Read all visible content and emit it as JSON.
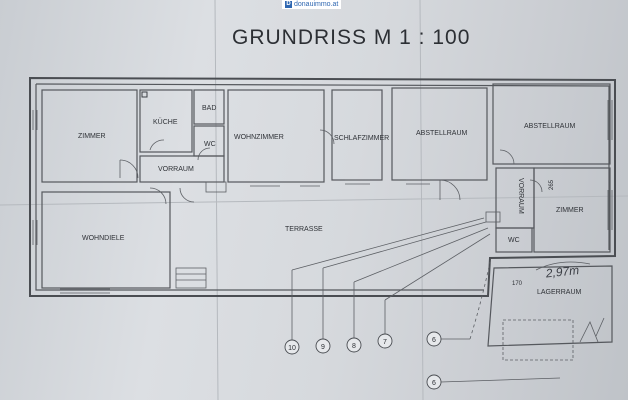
{
  "title": "GRUNDRISS  M 1 : 100",
  "logo": {
    "mark": "D",
    "text": "donauimmo.at"
  },
  "rooms": {
    "zimmer1": "ZIMMER",
    "kueche": "KÜCHE",
    "bad": "BAD",
    "wc1": "WC",
    "wohnzimmer": "WOHNZIMMER",
    "schlafzimmer": "SCHLAFZIMMER",
    "abstellraum1": "ABSTELLRAUM",
    "abstellraum2": "ABSTELLRAUM",
    "vorraum1": "VORRAUM",
    "wohndiele": "WOHNDIELE",
    "terrasse": "TERRASSE",
    "vorraum2": "VORRAUM",
    "zimmer2": "ZIMMER",
    "wc2": "WC",
    "lagerraum": "LAGERRAUM"
  },
  "dimensions": {
    "d265": "265",
    "d170": "170",
    "handwritten": "2,97m"
  },
  "markers": [
    "10",
    "9",
    "8",
    "7",
    "6",
    "6"
  ]
}
